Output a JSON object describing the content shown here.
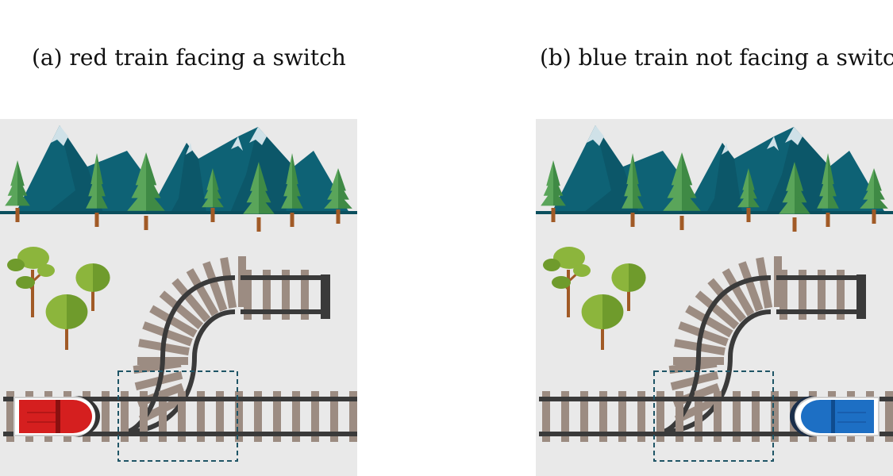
{
  "captions": {
    "a": "(a) red train facing a switch",
    "b": "(b) blue train not facing a switch"
  },
  "colors": {
    "panel_background": "#e9e9e9",
    "mountain": "#0e6275",
    "mountain_dark": "#0b4f5e",
    "snow": "#cfe1e8",
    "pine_light": "#5aa55a",
    "pine_dark": "#3f8a45",
    "trunk": "#a15a26",
    "tree_light": "#8cb53c",
    "tree_dark": "#6f9b2c",
    "sleeper": "#9c8c82",
    "rail": "#3a3a3a",
    "switch_box": "#1f5566",
    "red_train": "#d51f1f",
    "blue_train": "#1d6fc4"
  },
  "panels": [
    {
      "id": "a",
      "train": "red-train",
      "train_side": "left"
    },
    {
      "id": "b",
      "train": "blue-train",
      "train_side": "right"
    }
  ]
}
